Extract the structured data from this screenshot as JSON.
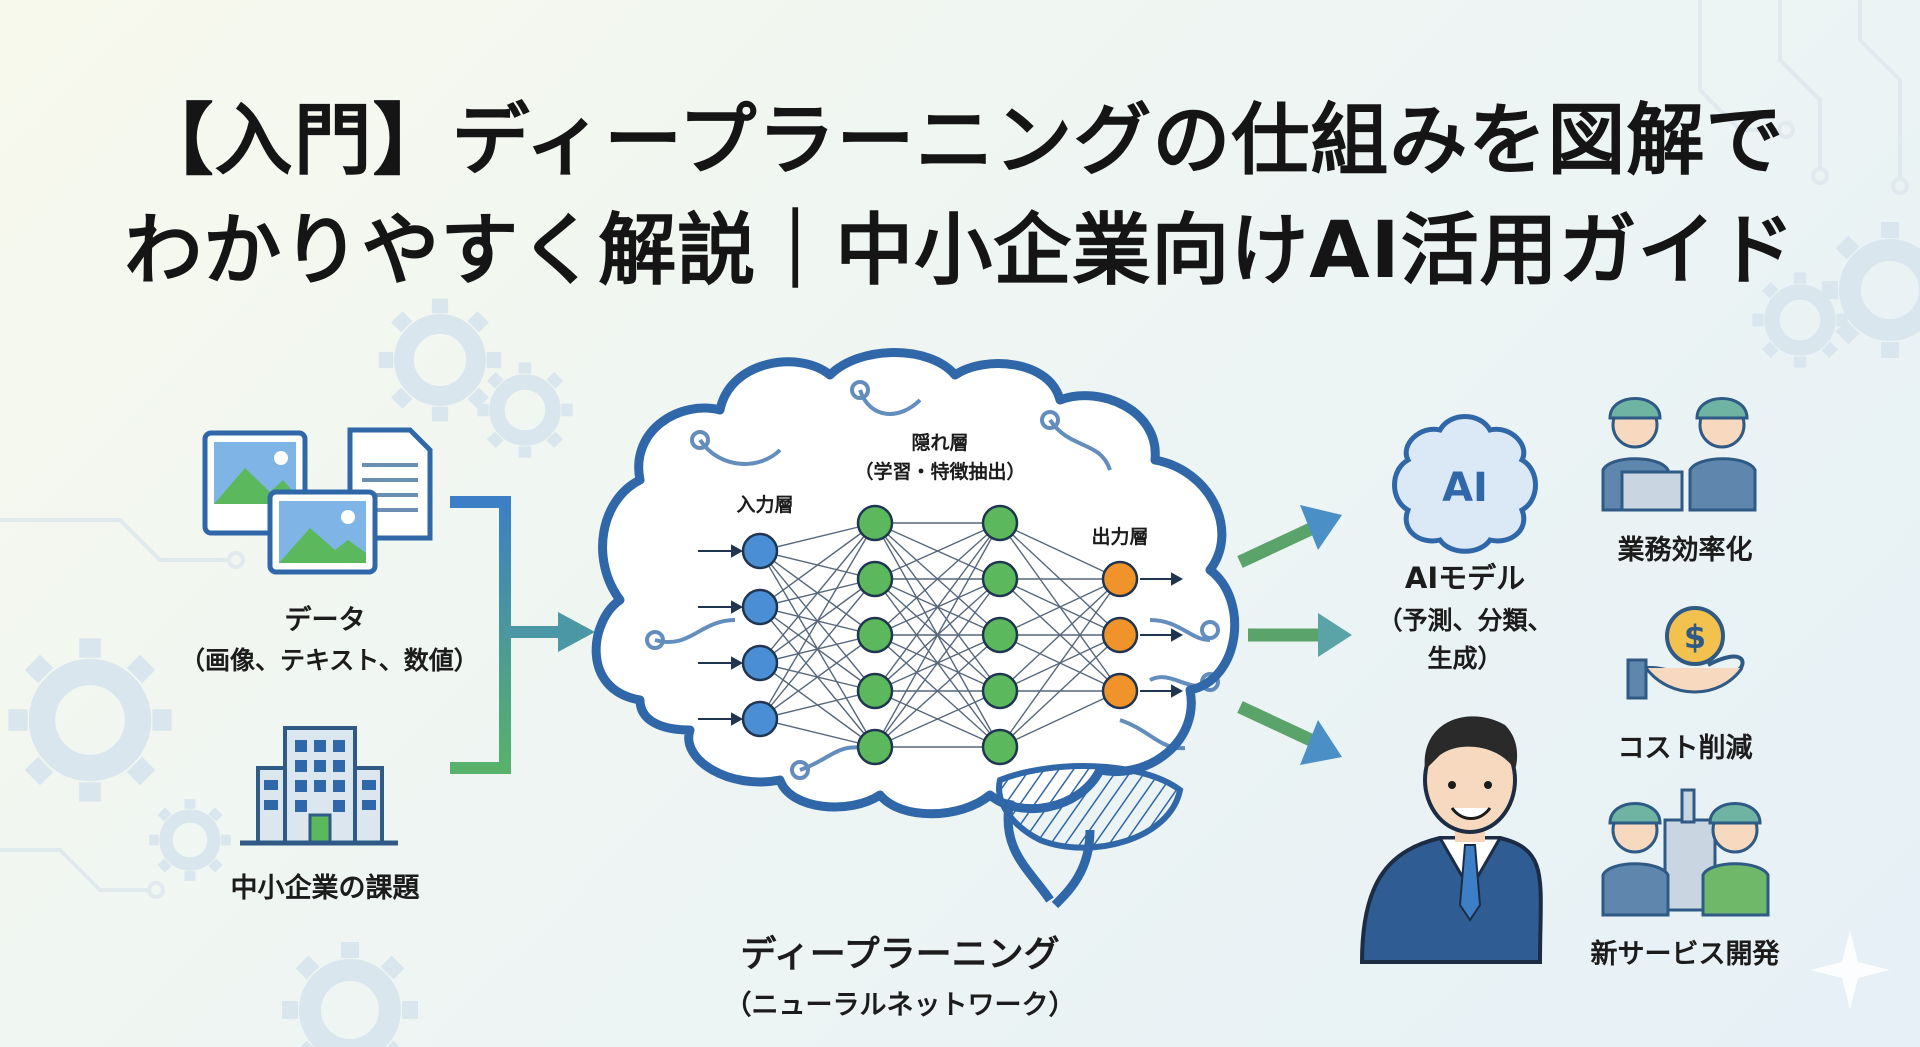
{
  "title": {
    "line1": "【入門】ディープラーニングの仕組みを図解で",
    "line2": "わかりやすく解説｜中小企業向けAI活用ガイド"
  },
  "inputs": {
    "data_label": "データ",
    "data_sub": "（画像、テキスト、数値）",
    "issue_label": "中小企業の課題"
  },
  "network": {
    "input_layer": "入力層",
    "hidden_layer": "隠れ層",
    "hidden_sub": "（学習・特徴抽出）",
    "output_layer": "出力層",
    "name": "ディープラーニング",
    "name_sub": "（ニューラルネットワーク）",
    "layers": [
      4,
      5,
      5,
      3
    ]
  },
  "ai_model": {
    "badge": "AI",
    "label": "AIモデル",
    "sub1": "（予測、分類、",
    "sub2": "生成）"
  },
  "benefits": [
    {
      "label": "業務効率化",
      "icon": "workers-laptop-icon"
    },
    {
      "label": "コスト削減",
      "icon": "coin-hand-icon"
    },
    {
      "label": "新サービス開発",
      "icon": "workers-factory-icon"
    }
  ],
  "colors": {
    "input_node": "#4a8fd6",
    "hidden_node": "#5cb85c",
    "output_node": "#f0932b",
    "brain_outline": "#2f67a8",
    "flow_blue": "#3d7fc6",
    "flow_green": "#58b26a",
    "title": "#151515"
  }
}
